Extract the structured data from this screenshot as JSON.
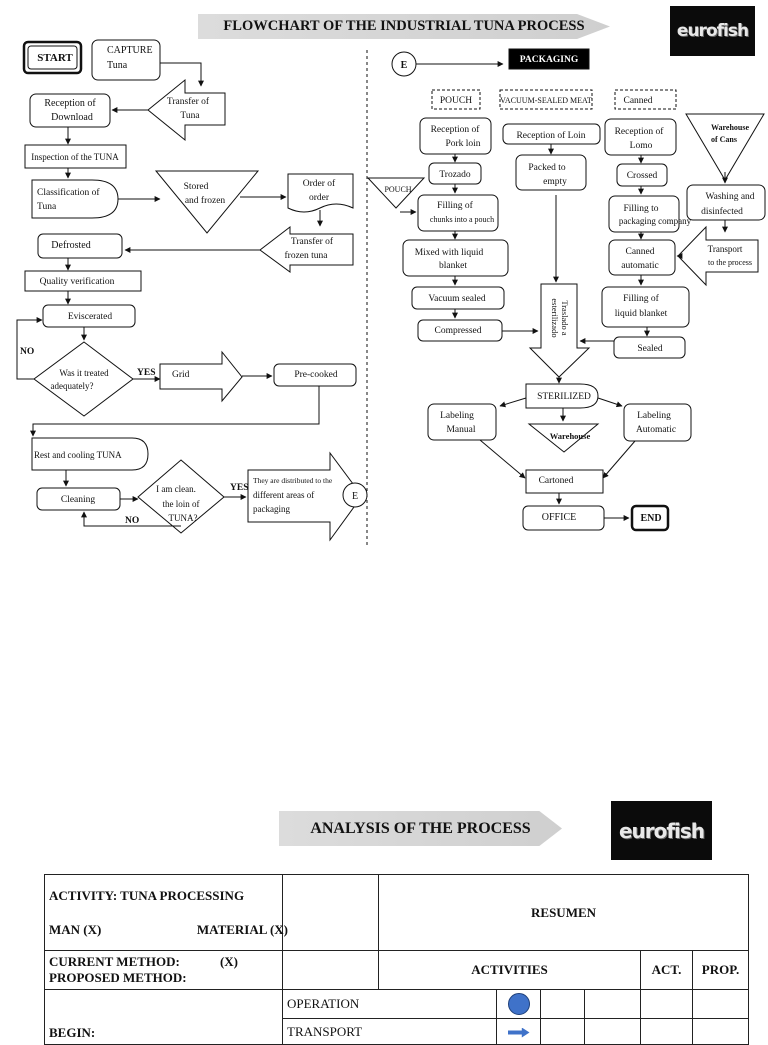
{
  "top": {
    "title": "FLOWCHART OF THE INDUSTRIAL TUNA PROCESS",
    "logo_text": "eurofish"
  },
  "flow_left": {
    "start": "START",
    "capture": [
      "CAPTURE",
      "Tuna"
    ],
    "transfer_tuna": [
      "Transfer of",
      "Tuna"
    ],
    "reception": [
      "Reception of",
      "Download"
    ],
    "inspection": "Inspection of the TUNA",
    "classification": [
      "Classification of",
      "Tuna"
    ],
    "stored": [
      "Stored",
      "and frozen"
    ],
    "order": [
      "Order of",
      "order"
    ],
    "transfer_frozen": [
      "Transfer of",
      "frozen tuna"
    ],
    "defrosted": "Defrosted",
    "quality": "Quality verification",
    "eviscerated": "Eviscerated",
    "no1": "NO",
    "treated": [
      "Was it treated",
      "adequately?"
    ],
    "yes1": "YES",
    "grid": "Grid",
    "precooked": "Pre-cooked",
    "rest": "Rest and cooling TUNA",
    "cleaning": "Cleaning",
    "clean_q": [
      "I am clean.",
      "the loin of",
      "TUNA?"
    ],
    "yes2": "YES",
    "no2": "NO",
    "distributed": [
      "They are distributed to the",
      "different areas of",
      "packaging"
    ],
    "connector": "E"
  },
  "flow_right": {
    "connector": "E",
    "packaging": "PACKAGING",
    "pouch_hdr": "POUCH",
    "vacuum_hdr": "VACUUM-SEALED MEAT",
    "canned_hdr": "Canned",
    "pouch_tri": "POUCH",
    "reception_pork": [
      "Reception of",
      "Pork loin"
    ],
    "trozado": "Trozado",
    "filling_pouch": [
      "Filling of",
      "chunks into a pouch"
    ],
    "mixed": [
      "Mixed  with  liquid",
      "blanket"
    ],
    "vacuum_sealed": "Vacuum sealed",
    "compressed": "Compressed",
    "reception_loin": "Reception of Loin",
    "packed_empty": [
      "Packed to",
      "empty"
    ],
    "traslado": [
      "Traslado a",
      "esterilizado"
    ],
    "reception_lomo": [
      "Reception of",
      "Lomo"
    ],
    "crossed": "Crossed",
    "filling_pack": [
      "Filling to",
      "packaging company"
    ],
    "canned_auto": [
      "Canned",
      "automatic"
    ],
    "filling_liquid": [
      "Filling of",
      "liquid blanket"
    ],
    "sealed": "Sealed",
    "warehouse_cans": [
      "Warehouse",
      "of Cans"
    ],
    "washing": [
      "Washing and",
      "disinfected"
    ],
    "transport": [
      "Transport",
      "to the process"
    ],
    "sterilized": "STERILIZED",
    "warehouse": "Warehouse",
    "label_manual": [
      "Labeling",
      "Manual"
    ],
    "label_auto": [
      "Labeling",
      "Automatic"
    ],
    "cartoned": "Cartoned",
    "office": "OFFICE",
    "end": "END"
  },
  "analysis": {
    "title": "ANALYSIS OF THE PROCESS",
    "logo_text": "eurofish",
    "activity": "ACTIVITY:   TUNA   PROCESSING",
    "man": "MAN  (X)",
    "material": "MATERIAL   (X)",
    "resumen": "RESUMEN",
    "current": "CURRENT METHOD:",
    "current_x": "(X)",
    "proposed": "PROPOSED METHOD:",
    "activities": "ACTIVITIES",
    "act": "ACT.",
    "prop": "PROP.",
    "begin": "BEGIN:",
    "operation": "OPERATION",
    "transport": "TRANSPORT",
    "colors": {
      "symbol": "#3f72c9"
    }
  }
}
